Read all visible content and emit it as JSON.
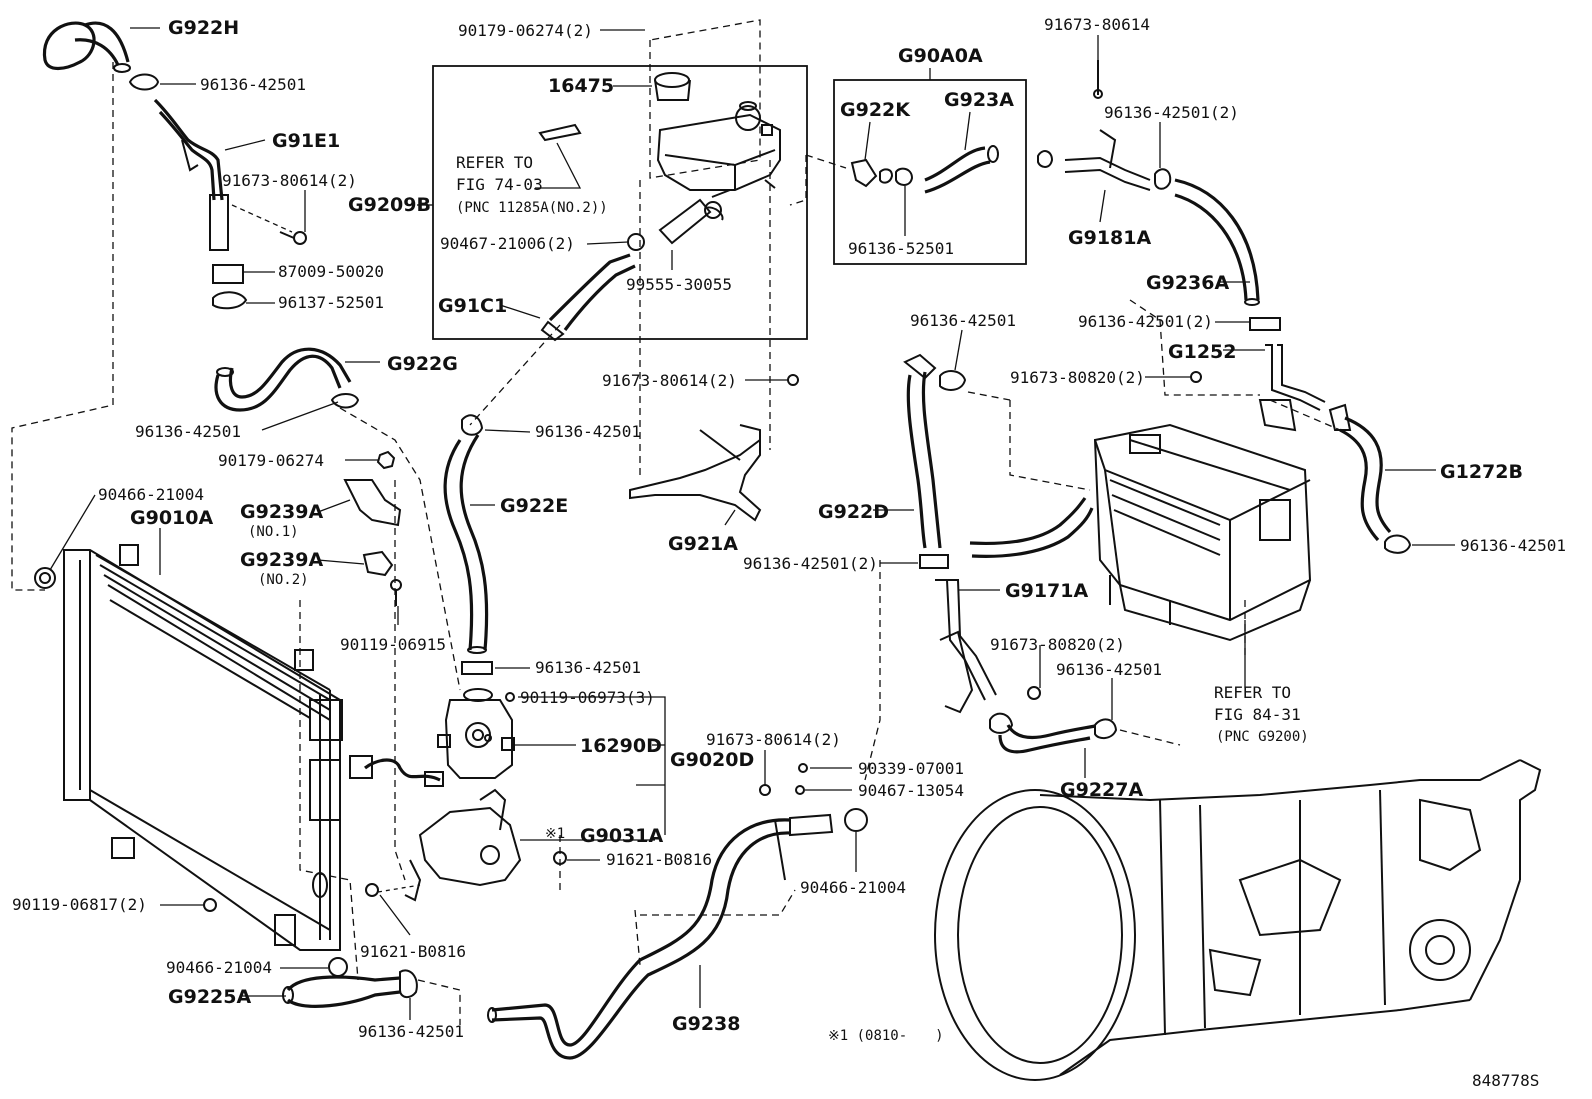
{
  "diagram": {
    "figure_code": "848778S",
    "footnote": "※1 (0810-　　)",
    "callouts": {
      "g922h": "G922H",
      "c96136_42501_a": "96136-42501",
      "g91e1": "G91E1",
      "c91673_80614_2a": "91673-80614(2)",
      "c87009_50020": "87009-50020",
      "c96137_52501": "96137-52501",
      "g922g": "G922G",
      "c96136_42501_b": "96136-42501",
      "c90179_06274_a": "90179-06274",
      "c90466_21004_a": "90466-21004",
      "g9010a": "G9010A",
      "g9239a_1": "G9239A",
      "no1": "(NO.1)",
      "g9239a_2": "G9239A",
      "no2": "(NO.2)",
      "c90119_06915": "90119-06915",
      "c90119_06817_2": "90119-06817(2)",
      "c90466_21004_b": "90466-21004",
      "g9225a": "G9225A",
      "c96136_42501_c": "96136-42501",
      "c91621_b0816_a": "91621-B0816",
      "c90179_06274_2": "90179-06274(2)",
      "c16475": "16475",
      "refer1_line1": "REFER TO",
      "refer1_line2": "FIG 74-03",
      "refer1_line3": "(PNC 11285A(NO.2))",
      "g9209b": "G9209B",
      "c90467_21006_2": "90467-21006(2)",
      "c99555_30055": "99555-30055",
      "g91c1": "G91C1",
      "c91673_80614_2b": "91673-80614(2)",
      "c96136_42501_d": "96136-42501",
      "g922e": "G922E",
      "g921a": "G921A",
      "c96136_42501_e": "96136-42501",
      "c90119_06973_3": "90119-06973(3)",
      "c16290d": "16290D",
      "g9020d": "G9020D",
      "g9031a": "G9031A",
      "note1": "※1",
      "c91621_b0816_b": "91621-B0816",
      "c91673_80614_2c": "91673-80614(2)",
      "c90339_07001": "90339-07001",
      "c90467_13054": "90467-13054",
      "c90466_21004_c": "90466-21004",
      "g9238": "G9238",
      "g90a0a": "G90A0A",
      "g922k": "G922K",
      "g923a": "G923A",
      "c96136_52501": "96136-52501",
      "c91673_80614": "91673-80614",
      "c96136_42501_2a": "96136-42501(2)",
      "g9181a": "G9181A",
      "g9236a": "G9236A",
      "c96136_42501_2b": "96136-42501(2)",
      "g1252": "G1252",
      "c96136_42501_f": "96136-42501",
      "c91673_80820_2a": "91673-80820(2)",
      "g1272b": "G1272B",
      "c96136_42501_g": "96136-42501",
      "g922d": "G922D",
      "c96136_42501_2c": "96136-42501(2)",
      "g9171a": "G9171A",
      "c91673_80820_2b": "91673-80820(2)",
      "c96136_42501_h": "96136-42501",
      "refer2_line1": "REFER TO",
      "refer2_line2": "FIG 84-31",
      "refer2_line3": "(PNC G9200)",
      "g9227a": "G9227A"
    }
  }
}
